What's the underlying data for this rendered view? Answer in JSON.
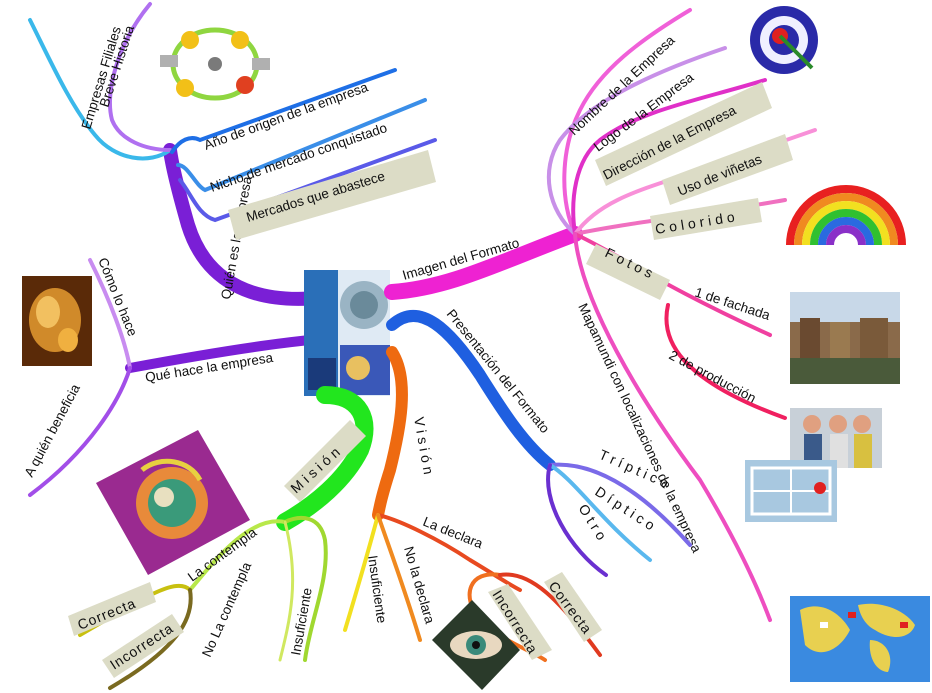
{
  "colors": {
    "purple": "#7a1fd6",
    "magenta": "#ee22d2",
    "blue": "#1f5fe0",
    "green": "#22e61e",
    "orange": "#ee6a10",
    "pink": "#f24fb0",
    "label_box": "#dcdcc6"
  },
  "icons": [
    "target-icon",
    "rainbow-icon",
    "process-cycle-icon",
    "eye-icon",
    "world-map-icon",
    "globe-person-icon",
    "cave-photo-icon",
    "factory-photo-icon",
    "workers-photo-icon",
    "production-photo-icon",
    "center-logo-icon"
  ],
  "labels": {
    "quien_es": "Quién es la empresa",
    "empresas_filiales": "Empresas Filiales",
    "breve_historia": "Breve Historia",
    "ano_origen": "Año de origen de la empresa",
    "nicho": "Nicho de mercado conquistado",
    "mercados": "Mercados que abastece",
    "que_hace": "Qué hace la empresa",
    "como_lo_hace": "Cómo lo hace",
    "a_quien": "A quién beneficia",
    "imagen_formato": "Imagen del Formato",
    "nombre_empresa": "Nombre de la Empresa",
    "logo_empresa": "Logo de la Empresa",
    "direccion": "Dirección de la Empresa",
    "uso_vinetas": "Uso de viñetas",
    "colorido": "Colorido",
    "fotos": "Fotos",
    "fachada": "1 de fachada",
    "produccion": "2 de producción",
    "mapamundi": "Mapamundi con localizaciones de la empresa",
    "presentacion": "Presentación del Formato",
    "triptico": "Tríptico",
    "diptico": "Díptico",
    "otro": "Otro",
    "vision": "Visión",
    "la_declara": "La declara",
    "no_la_declara": "No la declara",
    "insuficiente_v": "Insuficiente",
    "incorrecta_v": "Incorrecta",
    "correcta_v": "Correcta",
    "mision": "Misión",
    "la_contempla": "La contempla",
    "no_la_contempla": "No La contempla",
    "insuficiente_m": "Insuficiente",
    "correcta_m": "Correcta",
    "incorrecta_m": "Incorrecta"
  }
}
